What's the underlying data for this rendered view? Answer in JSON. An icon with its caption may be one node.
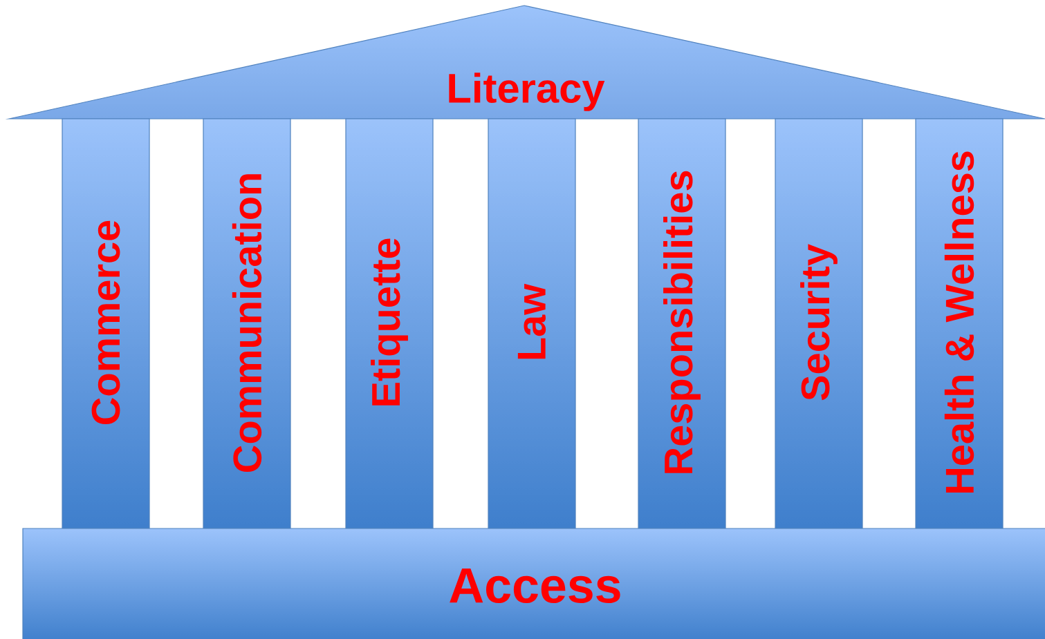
{
  "diagram": {
    "nodes": [
      {
        "text": [
          "Literacy"
        ]
      },
      {
        "text": [
          "Commerce"
        ]
      },
      {
        "text": [
          "Communication"
        ]
      },
      {
        "text": [
          "Etiquette"
        ]
      },
      {
        "text": [
          "Law"
        ]
      },
      {
        "text": [
          "Responsibilities"
        ]
      },
      {
        "text": [
          "Security"
        ]
      },
      {
        "text": [
          "Health & Wellness"
        ]
      },
      {
        "text": [
          "Access"
        ]
      }
    ]
  }
}
